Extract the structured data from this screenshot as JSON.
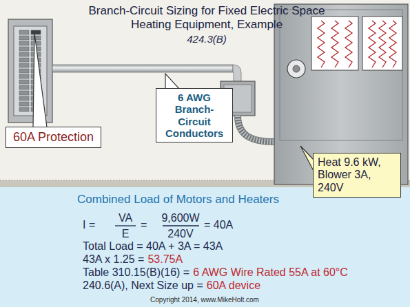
{
  "diagram": {
    "title": "Branch-Circuit Sizing for Fixed Electric Space Heating Equipment, Example",
    "nodes": [
      {
        "text": [
          "6 AWG Branch-Circuit Conductors"
        ]
      },
      {
        "text": [
          "60A Protection"
        ]
      },
      {
        "text": [
          "Heat 9.6 kW, Blower 3A, 240V"
        ]
      },
      {
        "text": [
          "Combined Load of Motors and Heaters"
        ]
      }
    ],
    "labels": [
      "424.3(B)",
      "I =",
      "VA",
      "E",
      "=",
      "9,600W",
      "240V",
      "= 40A",
      "Total Load = 40A + 3A = 43A",
      "43A x 1.25 =",
      "53.75A",
      "Table 310.15(B)(16) =",
      "6 AWG Wire Rated 55A at 60°C",
      "240.6(A), Next Size up =",
      "60A device",
      "Copyright 2014, www.MikeHolt.com"
    ]
  }
}
